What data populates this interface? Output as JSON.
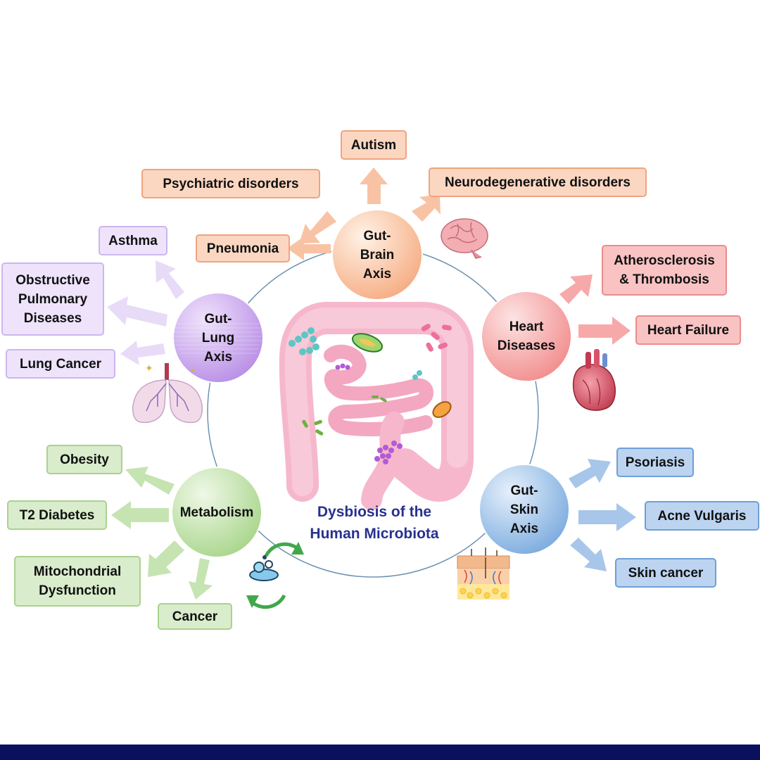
{
  "center": {
    "title": "Dysbiosis of the\nHuman Microbiota"
  },
  "hubs": {
    "brain": "Gut-\nBrain\nAxis",
    "lung": "Gut-\nLung\nAxis",
    "heart": "Heart\nDiseases",
    "metabolism": "Metabolism",
    "skin": "Gut-\nSkin\nAxis"
  },
  "brain_outcomes": [
    "Autism",
    "Psychiatric disorders",
    "Neurodegenerative disorders",
    "Pneumonia"
  ],
  "lung_outcomes": [
    "Asthma",
    "Obstructive\nPulmonary\nDiseases",
    "Lung Cancer"
  ],
  "heart_outcomes": [
    "Atherosclerosis\n& Thrombosis",
    "Heart Failure"
  ],
  "metabolism_outcomes": [
    "Obesity",
    "T2 Diabetes",
    "Mitochondrial\nDysfunction",
    "Cancer"
  ],
  "skin_outcomes": [
    "Psoriasis",
    "Acne Vulgaris",
    "Skin cancer"
  ],
  "colors": {
    "brain": "#f6ad84",
    "lung": "#c9a6ef",
    "heart": "#f28e8e",
    "metabolism": "#a9d68c",
    "skin": "#7cacdf",
    "ring": "#6f93b2",
    "title": "#27318f",
    "footer": "#0a0f5e"
  },
  "illustrations": [
    "intestine-illustration",
    "bacteria-icon",
    "brain-icon",
    "lungs-icon",
    "heart-organ-icon",
    "metabolism-cycle-icon",
    "skin-layers-icon"
  ]
}
